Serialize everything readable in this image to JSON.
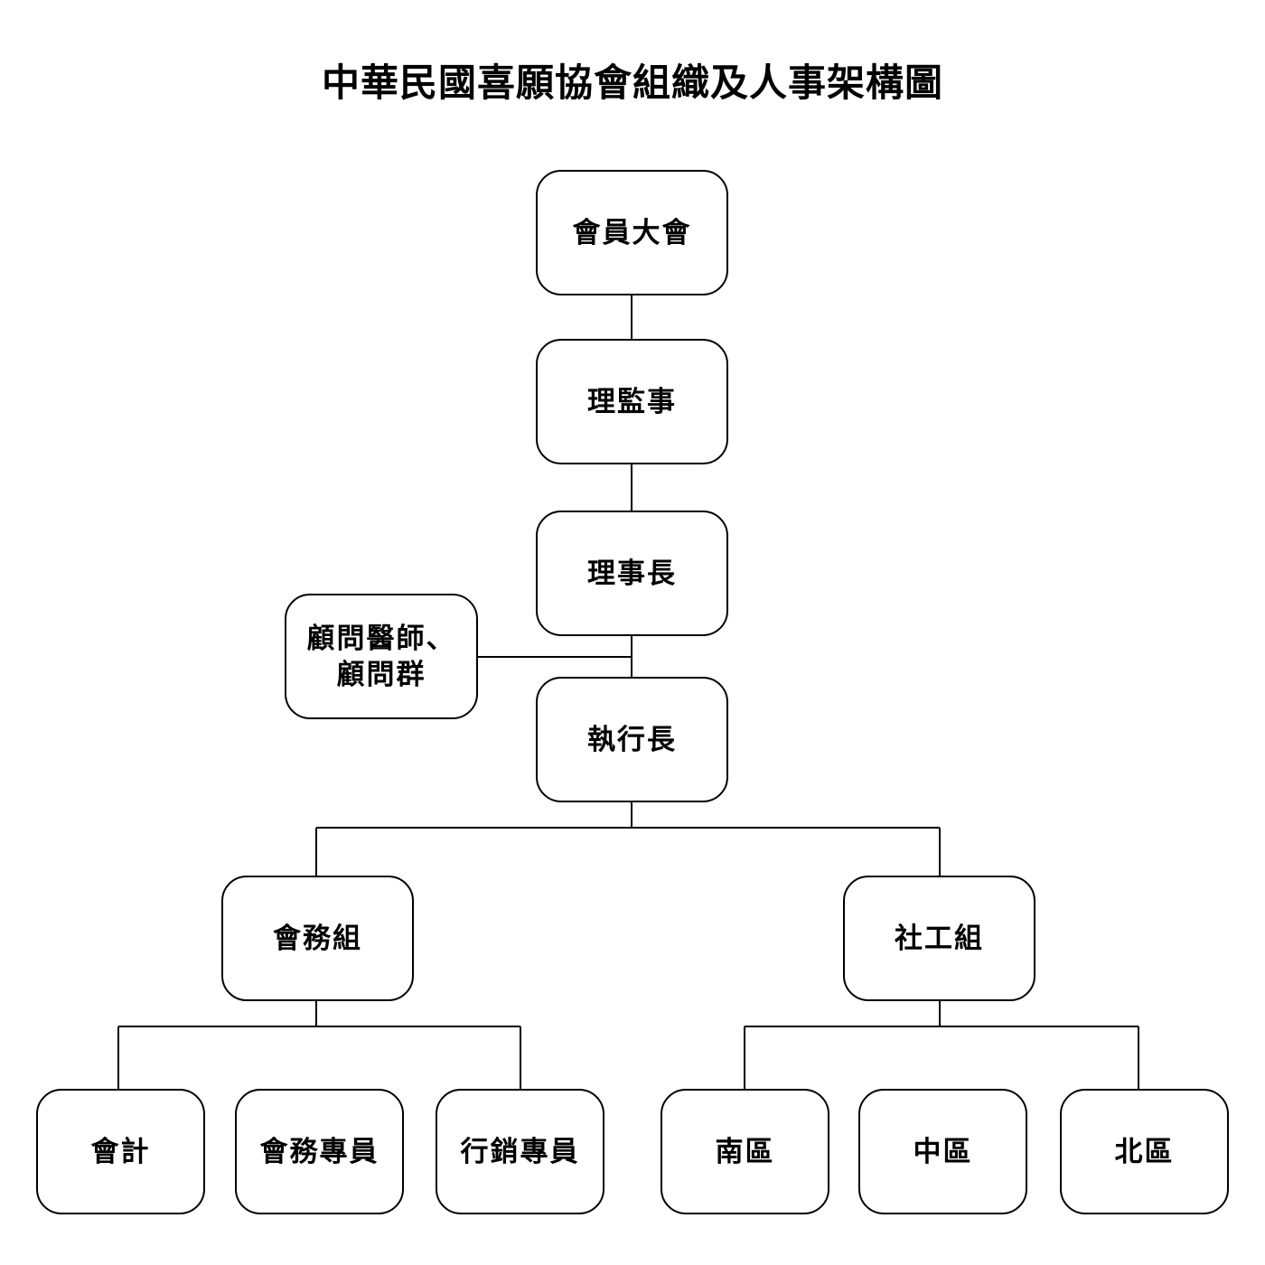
{
  "title": "中華民國喜願協會組織及人事架構圖",
  "nodes": {
    "general_assembly": "會員大會",
    "board": "理監事",
    "chairman": "理事長",
    "advisors": "顧問醫師、\n顧問群",
    "ceo": "執行長",
    "admin_group": "會務組",
    "social_work_group": "社工組",
    "accounting": "會計",
    "admin_staff": "會務專員",
    "marketing_staff": "行銷專員",
    "south_region": "南區",
    "central_region": "中區",
    "north_region": "北區"
  }
}
